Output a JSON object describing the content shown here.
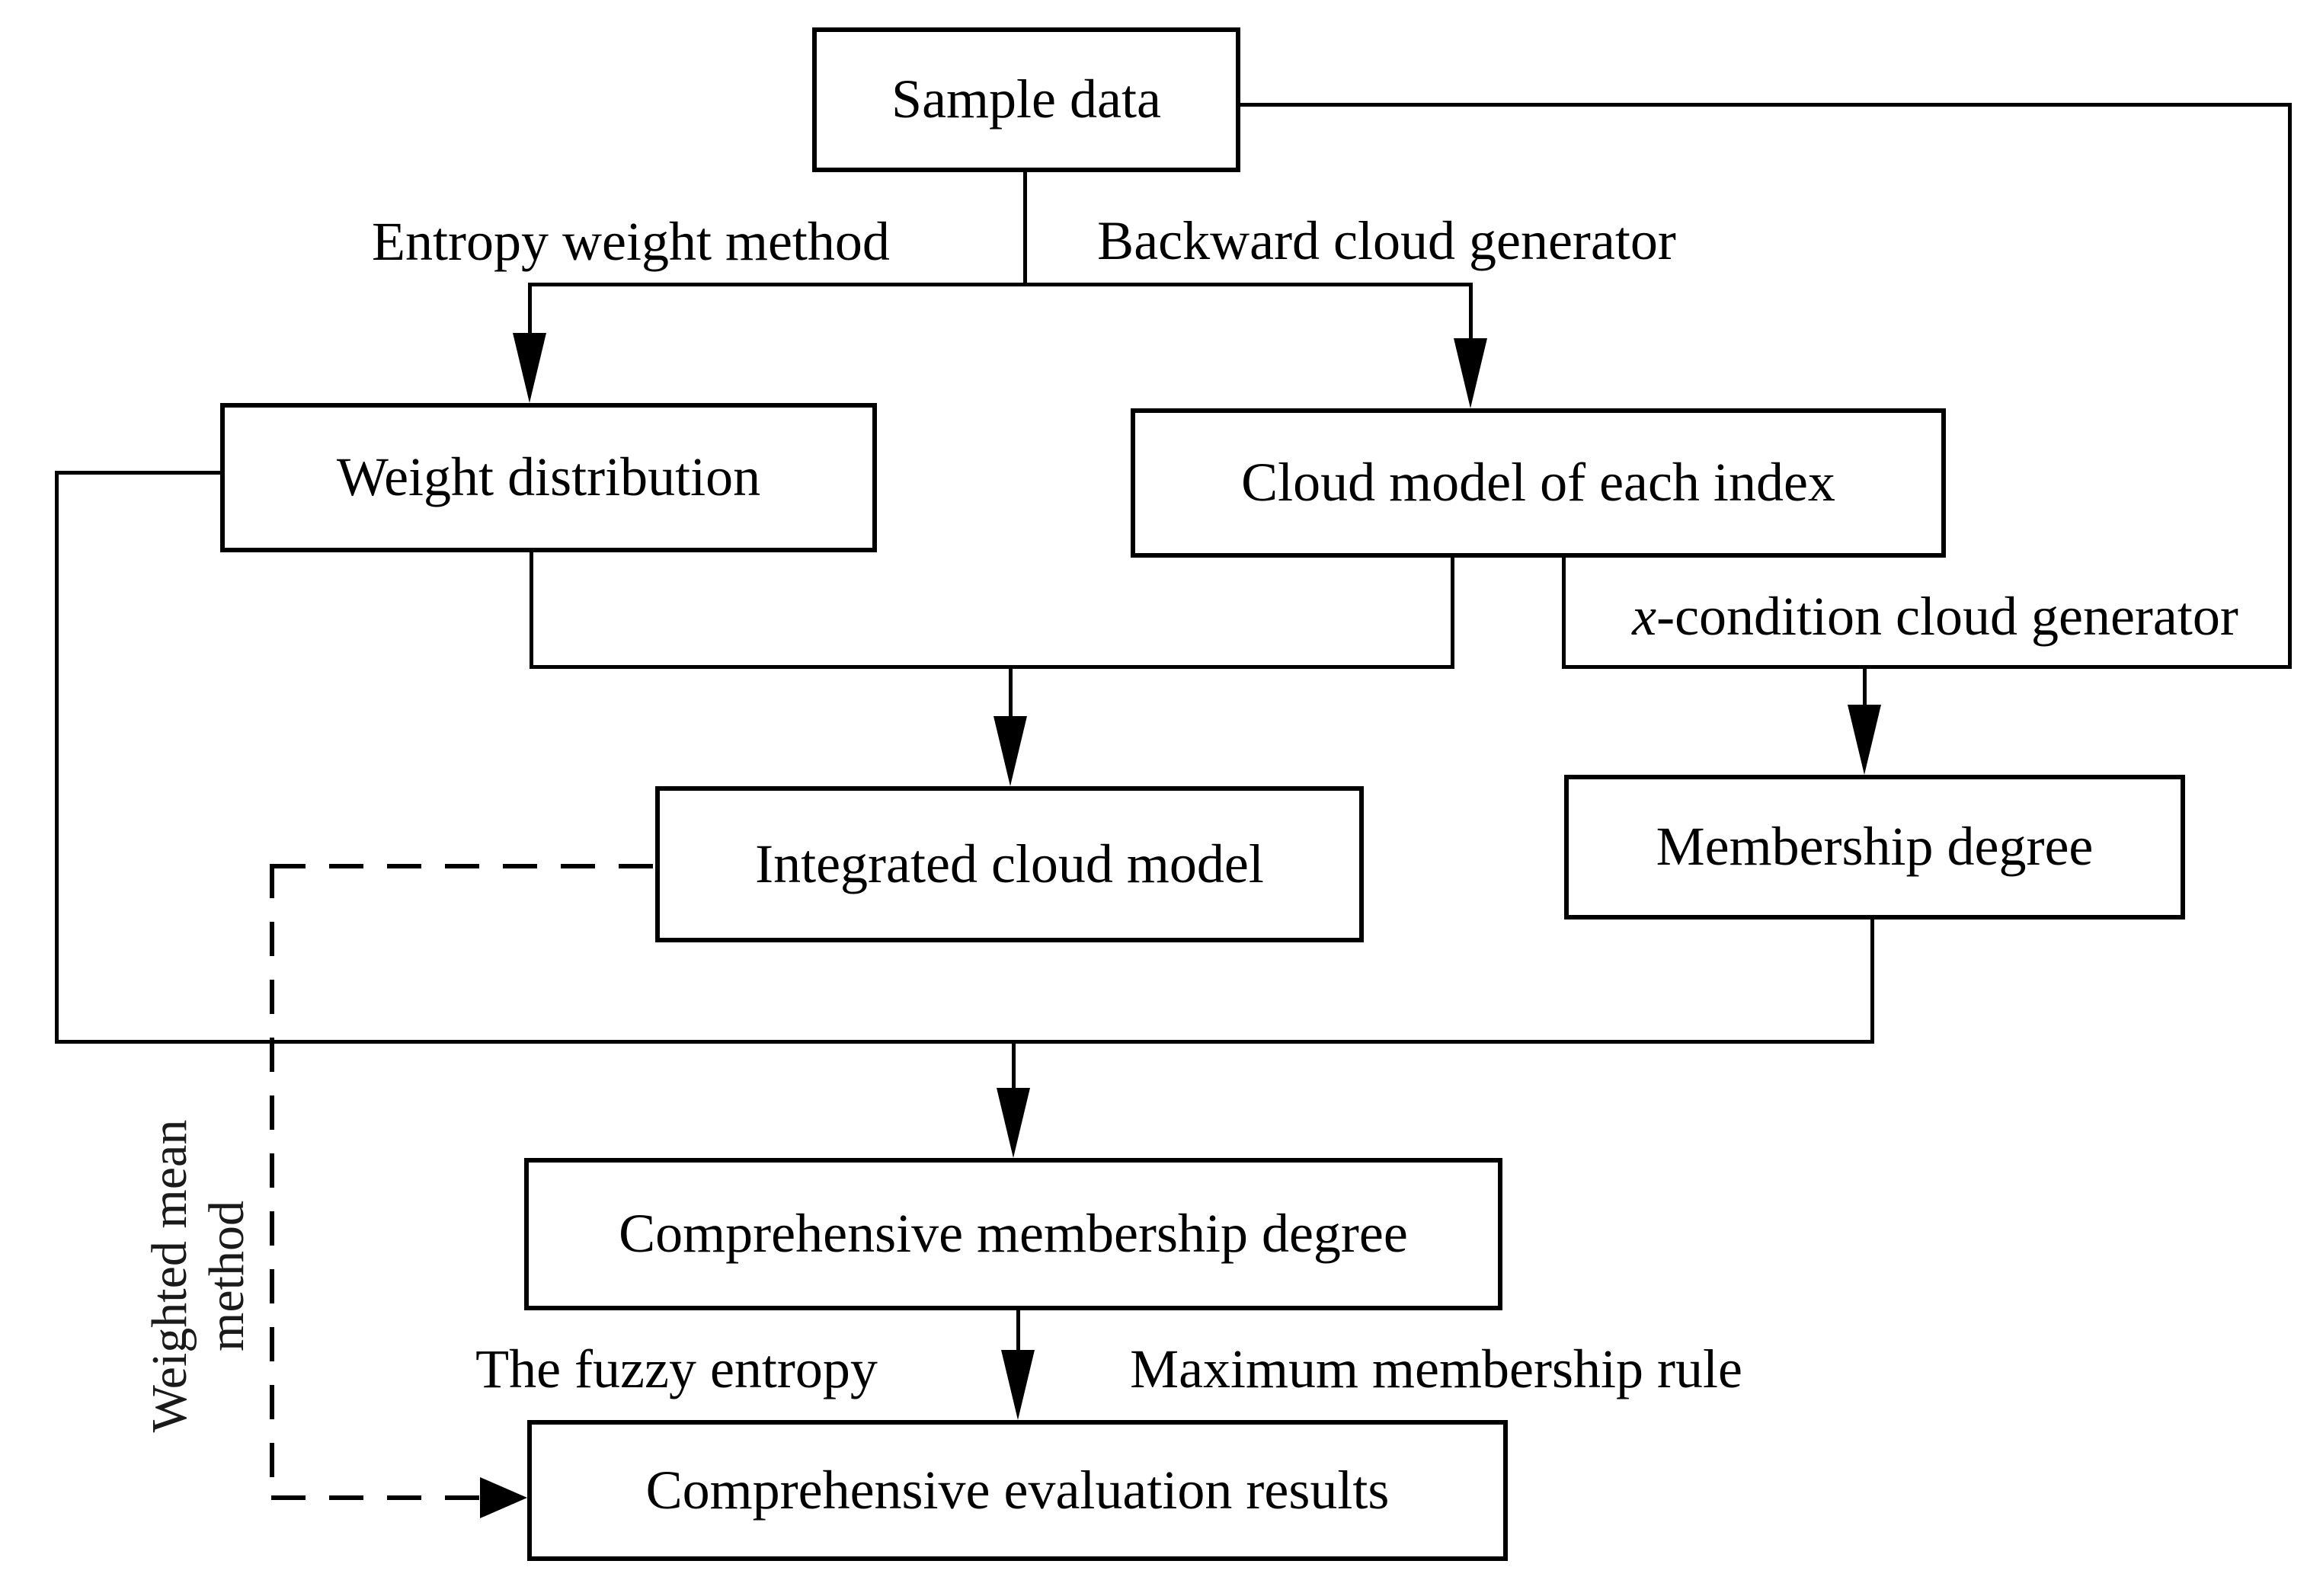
{
  "diagram": {
    "boxes": {
      "sample_data": "Sample data",
      "weight_distribution": "Weight distribution",
      "cloud_model": "Cloud model of each index",
      "integrated_cloud": "Integrated cloud model",
      "membership_degree": "Membership degree",
      "comprehensive_membership": "Comprehensive membership degree",
      "evaluation_results": "Comprehensive evaluation results"
    },
    "edge_labels": {
      "entropy_weight": "Entropy weight method",
      "backward_cloud": "Backward cloud generator",
      "x_condition_prefix": "x",
      "x_condition_rest": "-condition cloud generator",
      "fuzzy_entropy": "The fuzzy entropy",
      "maximum_membership": "Maximum membership rule",
      "weighted_mean_line1": "Weighted mean",
      "weighted_mean_line2": "method"
    },
    "colors": {
      "line": "#000000",
      "background": "#ffffff",
      "text": "#000000"
    }
  }
}
